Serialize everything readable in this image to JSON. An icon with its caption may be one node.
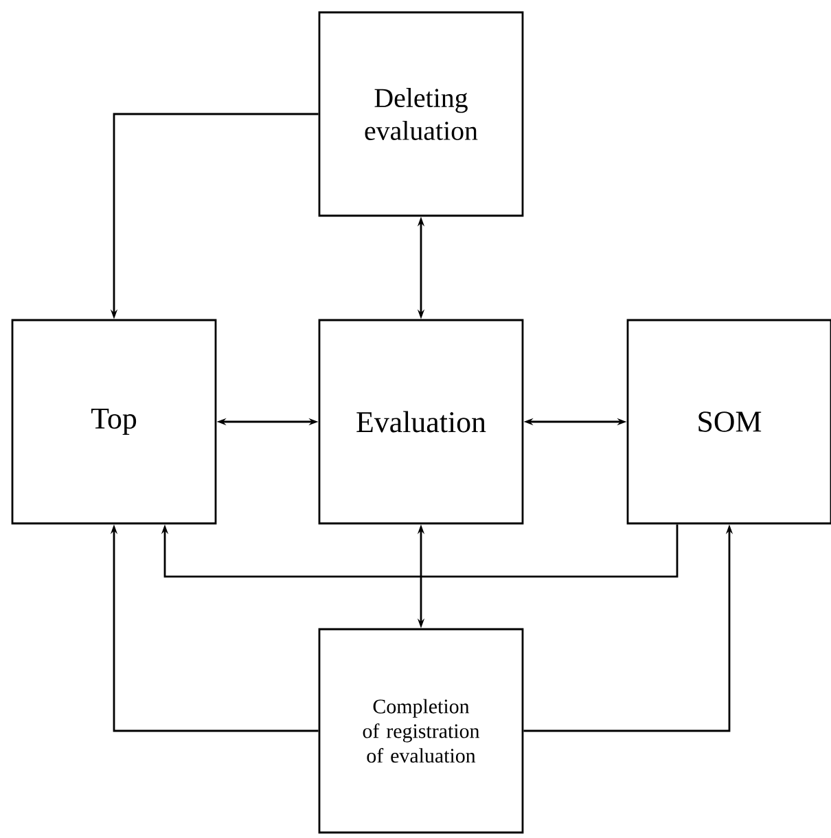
{
  "diagram": {
    "nodes": [
      {
        "text": [
          "Deleting evaluation"
        ]
      },
      {
        "text": [
          "Top"
        ]
      },
      {
        "text": [
          "Evaluation"
        ]
      },
      {
        "text": [
          "SOM"
        ]
      },
      {
        "text": [
          "Completion of registration of evaluation"
        ]
      }
    ],
    "edges": [
      {
        "from": 0,
        "to": 1,
        "arrow": "to"
      },
      {
        "from": 0,
        "to": 2,
        "arrow": "both"
      },
      {
        "from": 1,
        "to": 2,
        "arrow": "both"
      },
      {
        "from": 2,
        "to": 3,
        "arrow": "both"
      },
      {
        "from": 2,
        "to": 4,
        "arrow": "both"
      },
      {
        "from": 3,
        "to": 1,
        "arrow": "to"
      },
      {
        "from": 4,
        "to": 1,
        "arrow": "to"
      },
      {
        "from": 4,
        "to": 3,
        "arrow": "to"
      }
    ]
  }
}
